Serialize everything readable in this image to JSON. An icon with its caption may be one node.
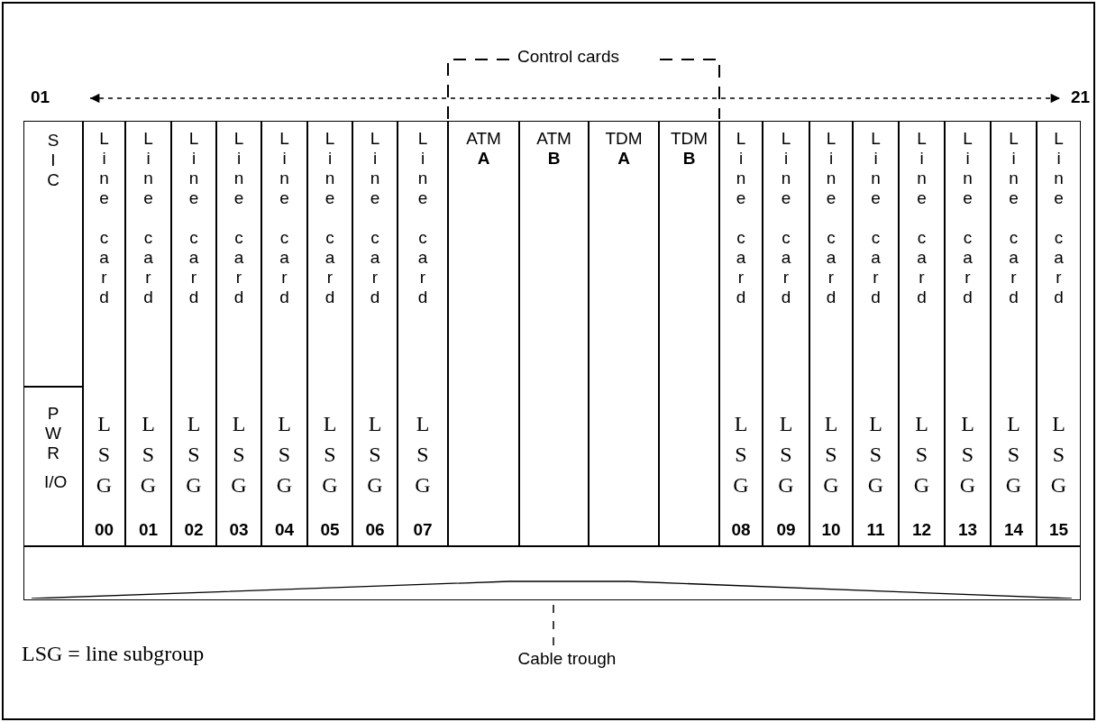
{
  "diagram": {
    "nodes": [
      {
        "text": [
          "SIC"
        ]
      },
      {
        "text": [
          "PWR I/O"
        ]
      },
      {
        "text": [
          "Line card",
          "LSG",
          "00"
        ]
      },
      {
        "text": [
          "Line card",
          "LSG",
          "01"
        ]
      },
      {
        "text": [
          "Line card",
          "LSG",
          "02"
        ]
      },
      {
        "text": [
          "Line card",
          "LSG",
          "03"
        ]
      },
      {
        "text": [
          "Line card",
          "LSG",
          "04"
        ]
      },
      {
        "text": [
          "Line card",
          "LSG",
          "05"
        ]
      },
      {
        "text": [
          "Line card",
          "LSG",
          "06"
        ]
      },
      {
        "text": [
          "Line card",
          "LSG",
          "07"
        ]
      },
      {
        "text": [
          "ATM",
          "A"
        ]
      },
      {
        "text": [
          "ATM",
          "B"
        ]
      },
      {
        "text": [
          "TDM",
          "A"
        ]
      },
      {
        "text": [
          "TDM",
          "B"
        ]
      },
      {
        "text": [
          "Line card",
          "LSG",
          "08"
        ]
      },
      {
        "text": [
          "Line card",
          "LSG",
          "09"
        ]
      },
      {
        "text": [
          "Line card",
          "LSG",
          "10"
        ]
      },
      {
        "text": [
          "Line card",
          "LSG",
          "11"
        ]
      },
      {
        "text": [
          "Line card",
          "LSG",
          "12"
        ]
      },
      {
        "text": [
          "Line card",
          "LSG",
          "13"
        ]
      },
      {
        "text": [
          "Line card",
          "LSG",
          "14"
        ]
      },
      {
        "text": [
          "Line card",
          "LSG",
          "15"
        ]
      },
      {
        "text": [],
        "shape": "box"
      },
      {
        "text": [
          "Cable trough"
        ]
      }
    ],
    "edges": [
      {
        "from": 23,
        "to": 22,
        "arrow": "none",
        "style": "dashed"
      }
    ],
    "labels": [
      "Control cards",
      "01",
      "21",
      "LSG = line subgroup"
    ]
  }
}
